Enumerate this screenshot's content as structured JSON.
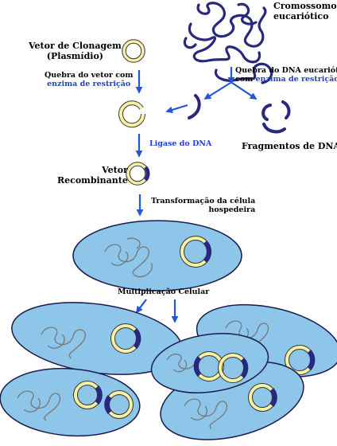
{
  "labels": {
    "chromosome_line1": "Cromossomo",
    "chromosome_line2": "eucariótico",
    "vector_line1": "Vetor de Clonagem",
    "vector_line2": "(Plasmídio)",
    "break_vector_line1": "Quebra do vetor com",
    "break_vector_line2": "enzima de restrição",
    "break_dna_line1": "Quebra do DNA eucariótico",
    "break_dna_line2a": "com ",
    "break_dna_line2b": "enzima de restrição",
    "ligase": "Ligase do DNA",
    "fragments": "Fragmentos de DNA",
    "recombinant_line1": "Vetor",
    "recombinant_line2": "Recombinante",
    "transformation_line1": "Transformação da célula",
    "transformation_line2": "hospedeira",
    "multiplication": "Multiplicação Celular"
  },
  "colors": {
    "arrow": "#2255dd",
    "cell_fill": "#8ec6ea",
    "cell_stroke": "#1a1a50",
    "plasmid_yellow": "#f7f2a3",
    "plasmid_outline": "#333333",
    "insert_navy": "#27287e",
    "host_dna": "#777777",
    "label_blue": "#1f3fd6"
  }
}
